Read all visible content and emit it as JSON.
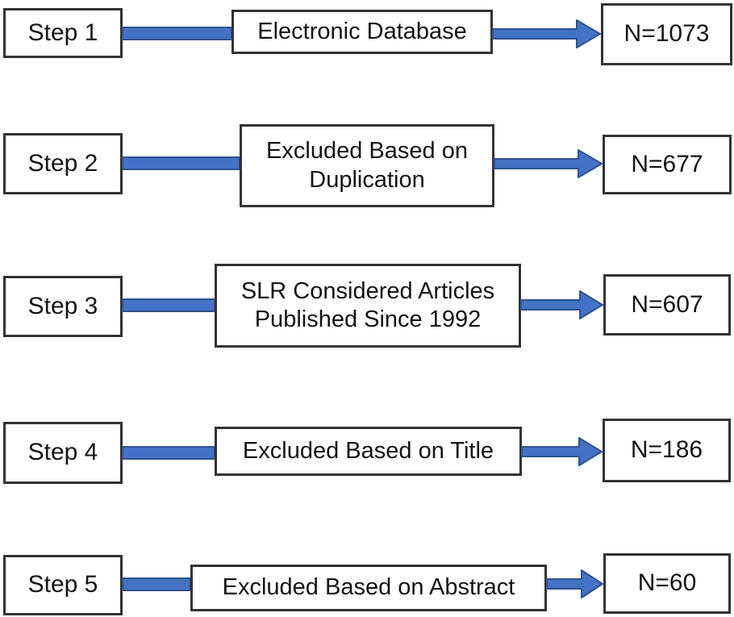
{
  "diagram": {
    "title": "SLR article-selection flowchart",
    "colors": {
      "arrow_fill": "#4472C4",
      "arrow_stroke": "#2F528F",
      "box_border": "#333333",
      "box_fill": "#FFFFFF",
      "text": "#141414"
    },
    "rows": [
      {
        "step": "Step 1",
        "description": "Electronic Database",
        "result": "N=1073"
      },
      {
        "step": "Step 2",
        "description": "Excluded Based on Duplication",
        "result": "N=677"
      },
      {
        "step": "Step 3",
        "description": "SLR Considered Articles Published Since 1992",
        "result": "N=607"
      },
      {
        "step": "Step 4",
        "description": "Excluded Based on Title",
        "result": "N=186"
      },
      {
        "step": "Step 5",
        "description": "Excluded Based on Abstract",
        "result": "N=60"
      }
    ]
  }
}
